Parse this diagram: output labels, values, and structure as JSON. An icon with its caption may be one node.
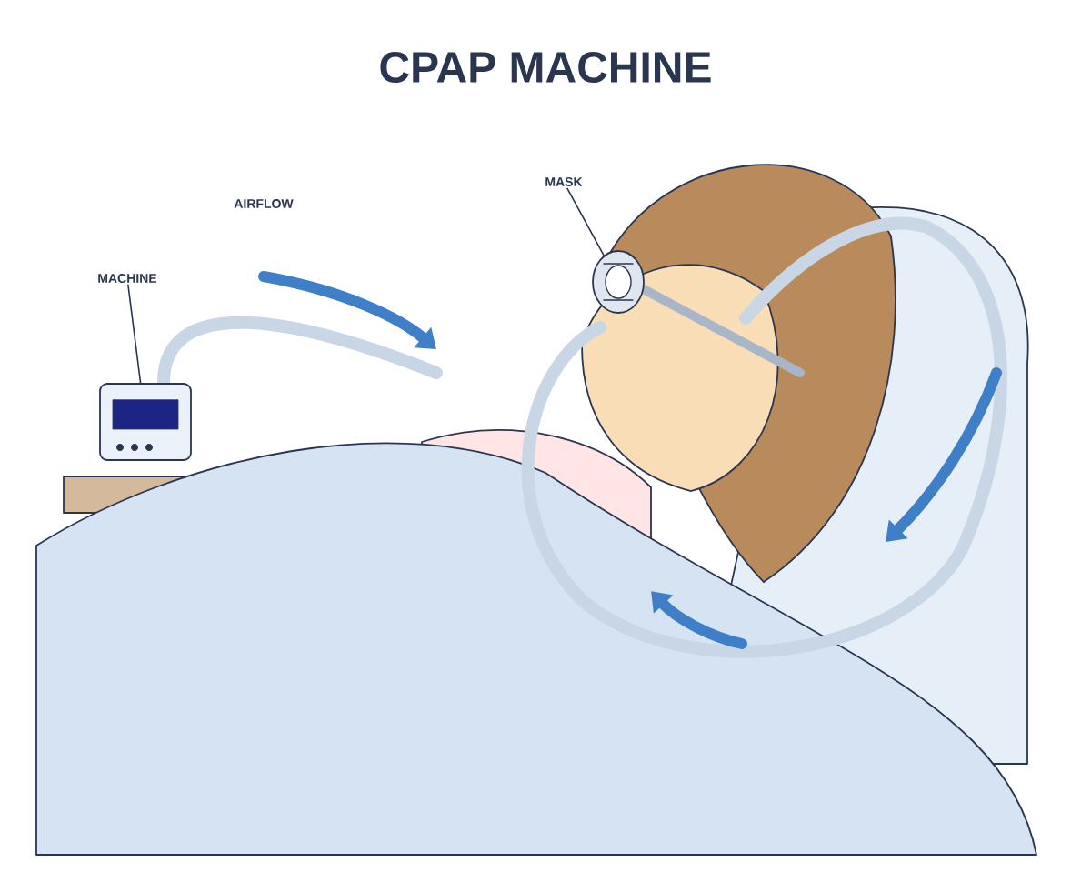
{
  "diagram": {
    "title": "CPAP MACHINE",
    "nodes": [
      {
        "text": [
          "MACHINE"
        ]
      },
      {
        "text": [],
        "shape": "picture"
      },
      {
        "text": [
          "MASK"
        ]
      },
      {
        "text": [],
        "shape": "picture"
      }
    ],
    "edges": [
      {
        "from": 0,
        "to": 1,
        "arrow": "none"
      },
      {
        "from": 2,
        "to": 3,
        "arrow": "none"
      }
    ],
    "labels": [
      "AIRFLOW"
    ]
  }
}
